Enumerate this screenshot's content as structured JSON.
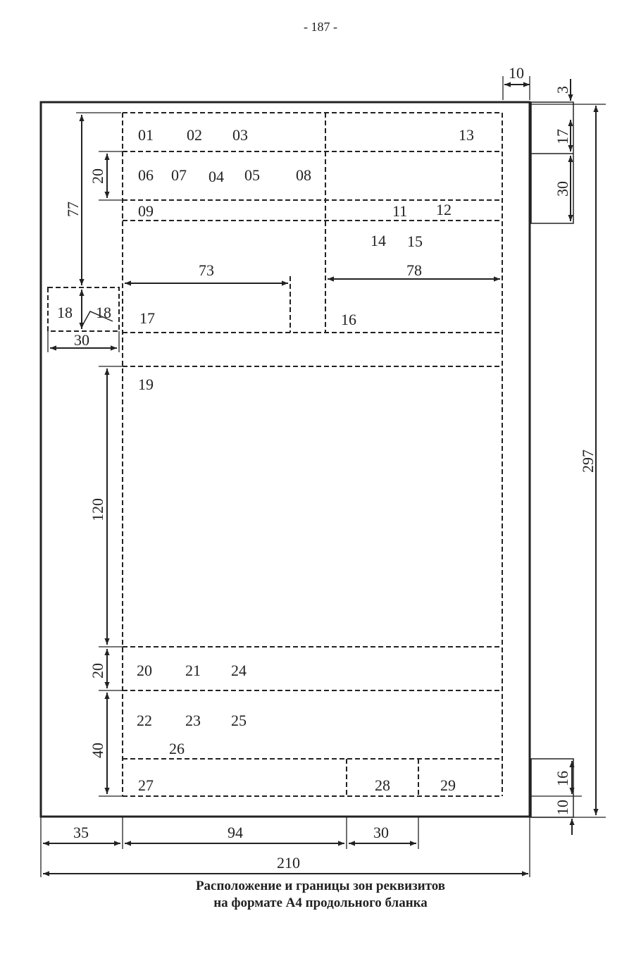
{
  "page_number": "- 187 -",
  "caption": {
    "line1": "Расположение и границы зон реквизитов",
    "line2": "на формате А4 продольного бланка"
  },
  "zones": {
    "z01": "01",
    "z02": "02",
    "z03": "03",
    "z13": "13",
    "z06": "06",
    "z07": "07",
    "z04": "04",
    "z05": "05",
    "z08": "08",
    "z09": "09",
    "z11": "11",
    "z12": "12",
    "z14": "14",
    "z15": "15",
    "z16": "16",
    "z17": "17",
    "z18a": "18",
    "z18b": "18",
    "z19": "19",
    "z20": "20",
    "z21": "21",
    "z24": "24",
    "z22": "22",
    "z23": "23",
    "z25": "25",
    "z26": "26",
    "z27": "27",
    "z28": "28",
    "z29": "29"
  },
  "dimensions": {
    "d10_top": "10",
    "d3": "3",
    "d17": "17",
    "d30_right": "30",
    "d297": "297",
    "d16": "16",
    "d10_bottom": "10",
    "d77": "77",
    "d20_top": "20",
    "d73": "73",
    "d78": "78",
    "d30_left": "30",
    "d120": "120",
    "d20_bottom": "20",
    "d40": "40",
    "d35": "35",
    "d94": "94",
    "d30_bottom": "30",
    "d210": "210"
  }
}
